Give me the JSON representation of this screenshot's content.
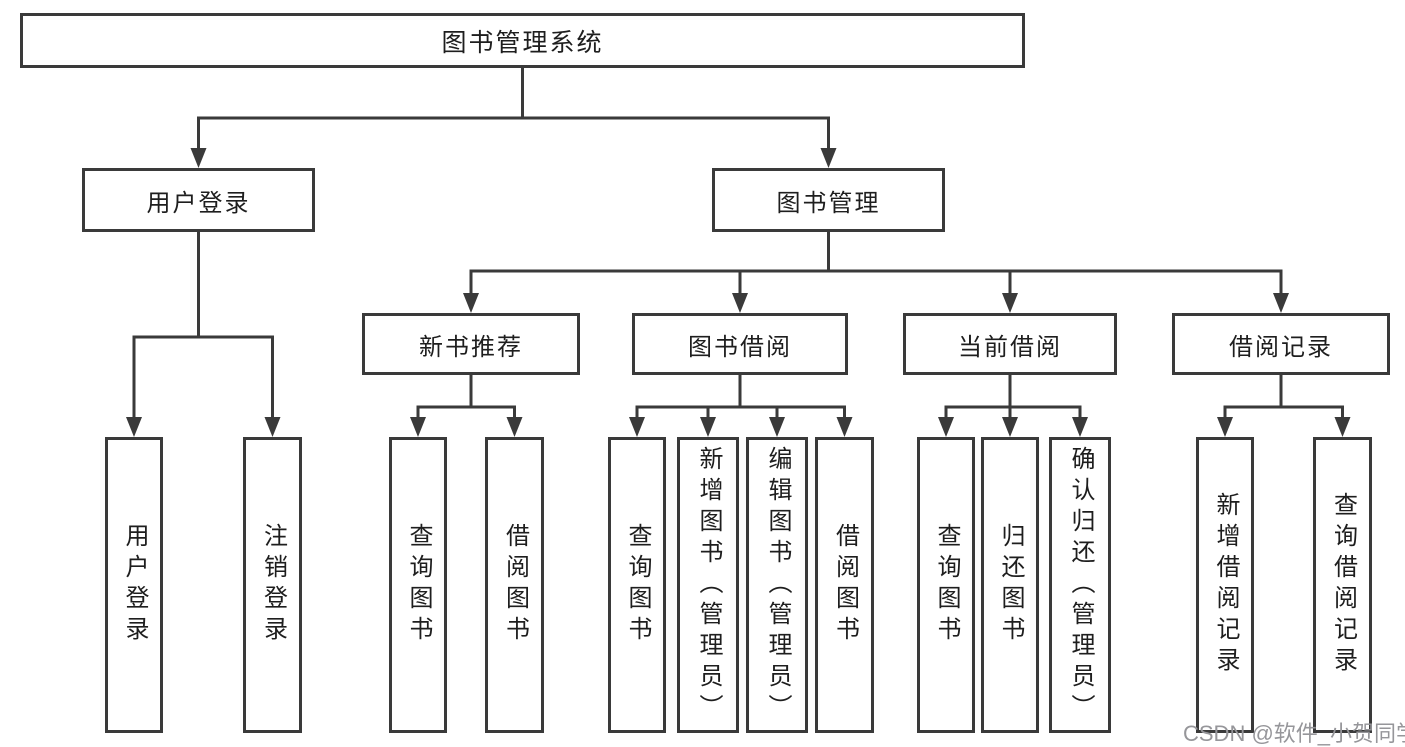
{
  "tree": {
    "title": "图书管理系统",
    "branches": [
      {
        "label": "用户登录",
        "children": [
          "用户登录",
          "注销登录"
        ]
      },
      {
        "label": "图书管理",
        "children": [
          {
            "label": "新书推荐",
            "children": [
              "查询图书",
              "借阅图书"
            ]
          },
          {
            "label": "图书借阅",
            "children": [
              "查询图书",
              "新增图书（管理员）",
              "编辑图书（管理员）",
              "借阅图书"
            ]
          },
          {
            "label": "当前借阅",
            "children": [
              "查询图书",
              "归还图书",
              "确认归还（管理员）"
            ]
          },
          {
            "label": "借阅记录",
            "children": [
              "新增借阅记录",
              "查询借阅记录"
            ]
          }
        ]
      }
    ]
  },
  "watermark": {
    "text": "CSDN @软件_小贺同学"
  },
  "colors": {
    "line": "#3a3a3a",
    "text": "#1e1e1e",
    "box_bg": "#ffffff",
    "watermark": "#96969a",
    "background": "#ffffff"
  }
}
